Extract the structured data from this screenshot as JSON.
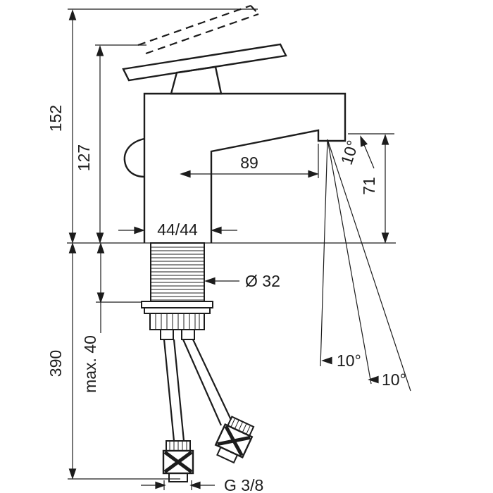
{
  "diagram": {
    "type": "technical-drawing",
    "subject": "single-lever basin mixer dimensional drawing",
    "labels": {
      "overall_height": "152",
      "height_to_spout": "127",
      "spout_reach": "89",
      "spout_height": "71",
      "body_width": "44/44",
      "shank_diameter": "Ø 32",
      "hose_length": "390",
      "max_deck_thickness": "max. 40",
      "connection_thread": "G 3/8",
      "spout_angle": "10°",
      "swivel_angle_inner": "10°",
      "swivel_angle_outer": "10°"
    },
    "colors": {
      "line": "#1c1c1c",
      "background": "#ffffff"
    }
  }
}
